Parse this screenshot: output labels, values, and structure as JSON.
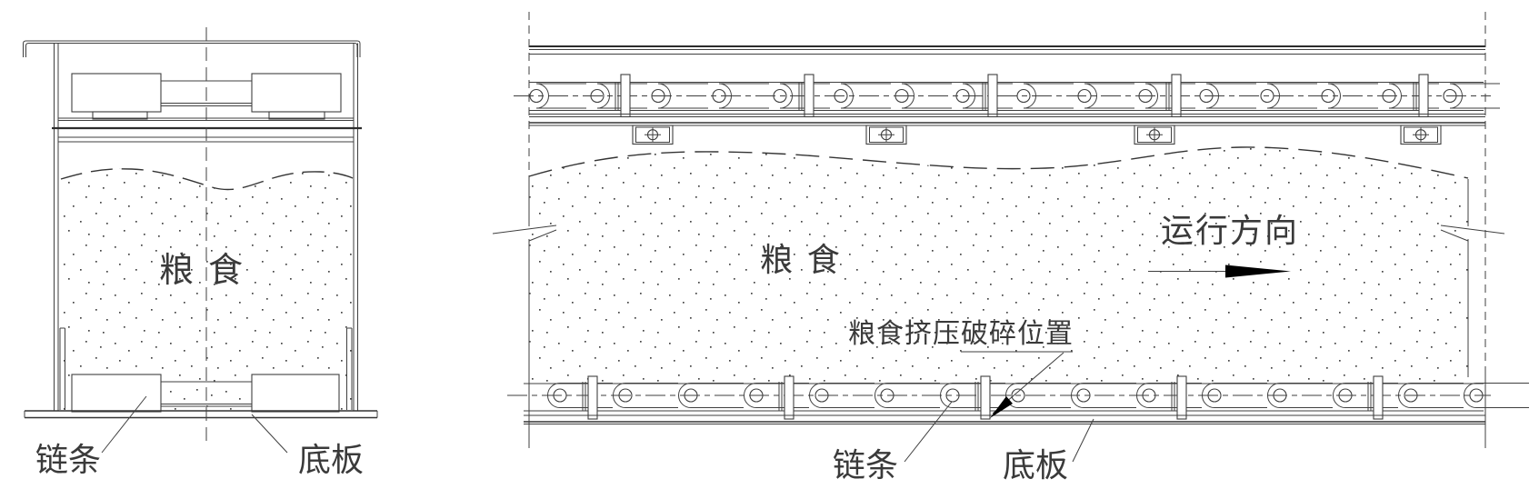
{
  "drawing": {
    "type": "engineering-cad-diagram",
    "description_visible_text_only": true,
    "colors": {
      "line": "#3f3f3f",
      "background": "#ffffff",
      "arrow_fill": "#000000",
      "text": "#3a3a3a"
    }
  },
  "left_view": {
    "grain_label": "粮 食",
    "chain_label": "链条",
    "plate_label": "底板"
  },
  "right_view": {
    "grain_label": "粮 食",
    "direction_label": "运行方向",
    "crush_label": "粮食挤压破碎位置",
    "chain_label": "链条",
    "plate_label": "底板"
  }
}
